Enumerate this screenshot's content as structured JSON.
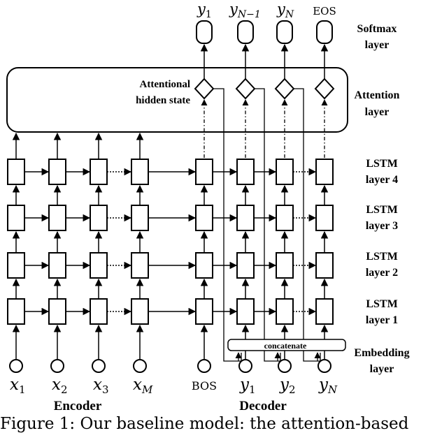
{
  "outputs": {
    "y1": {
      "main": "y",
      "sub": "1"
    },
    "yNm1": {
      "main": "y",
      "sub": "N−1"
    },
    "yN": {
      "main": "y",
      "sub": "N"
    },
    "eos": "EOS"
  },
  "layer_labels": {
    "softmax_1": "Softmax",
    "softmax_2": "layer",
    "attention_1": "Attention",
    "attention_2": "layer",
    "lstm4_1": "LSTM",
    "lstm4_2": "layer 4",
    "lstm3_1": "LSTM",
    "lstm3_2": "layer 3",
    "lstm2_1": "LSTM",
    "lstm2_2": "layer 2",
    "lstm1_1": "LSTM",
    "lstm1_2": "layer 1",
    "embedding_1": "Embedding",
    "embedding_2": "layer"
  },
  "attentional_hidden_state": {
    "line1": "Attentional",
    "line2": "hidden state"
  },
  "concatenate": "concatenate",
  "inputs": {
    "x1": {
      "main": "x",
      "sub": "1"
    },
    "x2": {
      "main": "x",
      "sub": "2"
    },
    "x3": {
      "main": "x",
      "sub": "3"
    },
    "xM": {
      "main": "x",
      "sub": "M"
    },
    "bos": "BOS",
    "y1": {
      "main": "y",
      "sub": "1"
    },
    "y2": {
      "main": "y",
      "sub": "2"
    },
    "yN": {
      "main": "y",
      "sub": "N"
    }
  },
  "group_labels": {
    "encoder": "Encoder",
    "decoder": "Decoder"
  },
  "caption": "Figure 1: Our baseline model: the attention-based"
}
